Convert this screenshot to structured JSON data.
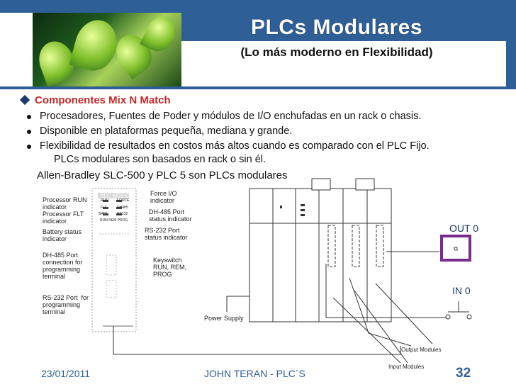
{
  "header": {
    "title": "PLCs Modulares",
    "subtitle": "(Lo más moderno en Flexibilidad)"
  },
  "section": {
    "heading": "Componentes Mix N Match",
    "bullets": [
      "Procesadores, Fuentes de Poder y módulos de I/O  enchufadas en un rack o chasis.",
      "Disponible en plataformas pequeña, mediana y grande.",
      "Flexibilidad de resultados en costos más altos cuando es comparado con el PLC Fijo.",
      "PLCs modulares son basados en rack o sin él."
    ],
    "note": "Allen-Bradley SLC-500 y PLC 5 son PLCs modulares"
  },
  "diagram": {
    "left_labels": [
      "Processor RUN\nindicator",
      "Processor FLT\nindicator",
      "Battery status\nindicator",
      "DH-485 Port\nconnection for\nprogramming\nterminal",
      "RS-232 Port  for\nprogramming\nterminal"
    ],
    "right_labels": [
      "Force I/O\nindicator",
      "DH-485 Port\nstatus indicator",
      "RS-232 Port\nstatus indicator",
      "Keyswitch\nRUN, REM,\nPROG"
    ],
    "cpu_labels": {
      "model": "SLC 5/03 CP",
      "run": "RUN",
      "force": "FORCE",
      "flt": "FLT",
      "dh485": "DH485",
      "bat": "BATT",
      "rs232": "RS232",
      "keys": "RUN  REM  PROG"
    },
    "power_supply": "Power Supply",
    "output_modules": "Output Modules",
    "input_modules": "Input Modules",
    "out_label": "OUT 0",
    "in_label": "IN 0",
    "colors": {
      "out_box": "#7b2a8f"
    }
  },
  "footer": {
    "date": "23/01/2011",
    "author": "JOHN TERAN   -  PLC´S",
    "page": "32"
  }
}
